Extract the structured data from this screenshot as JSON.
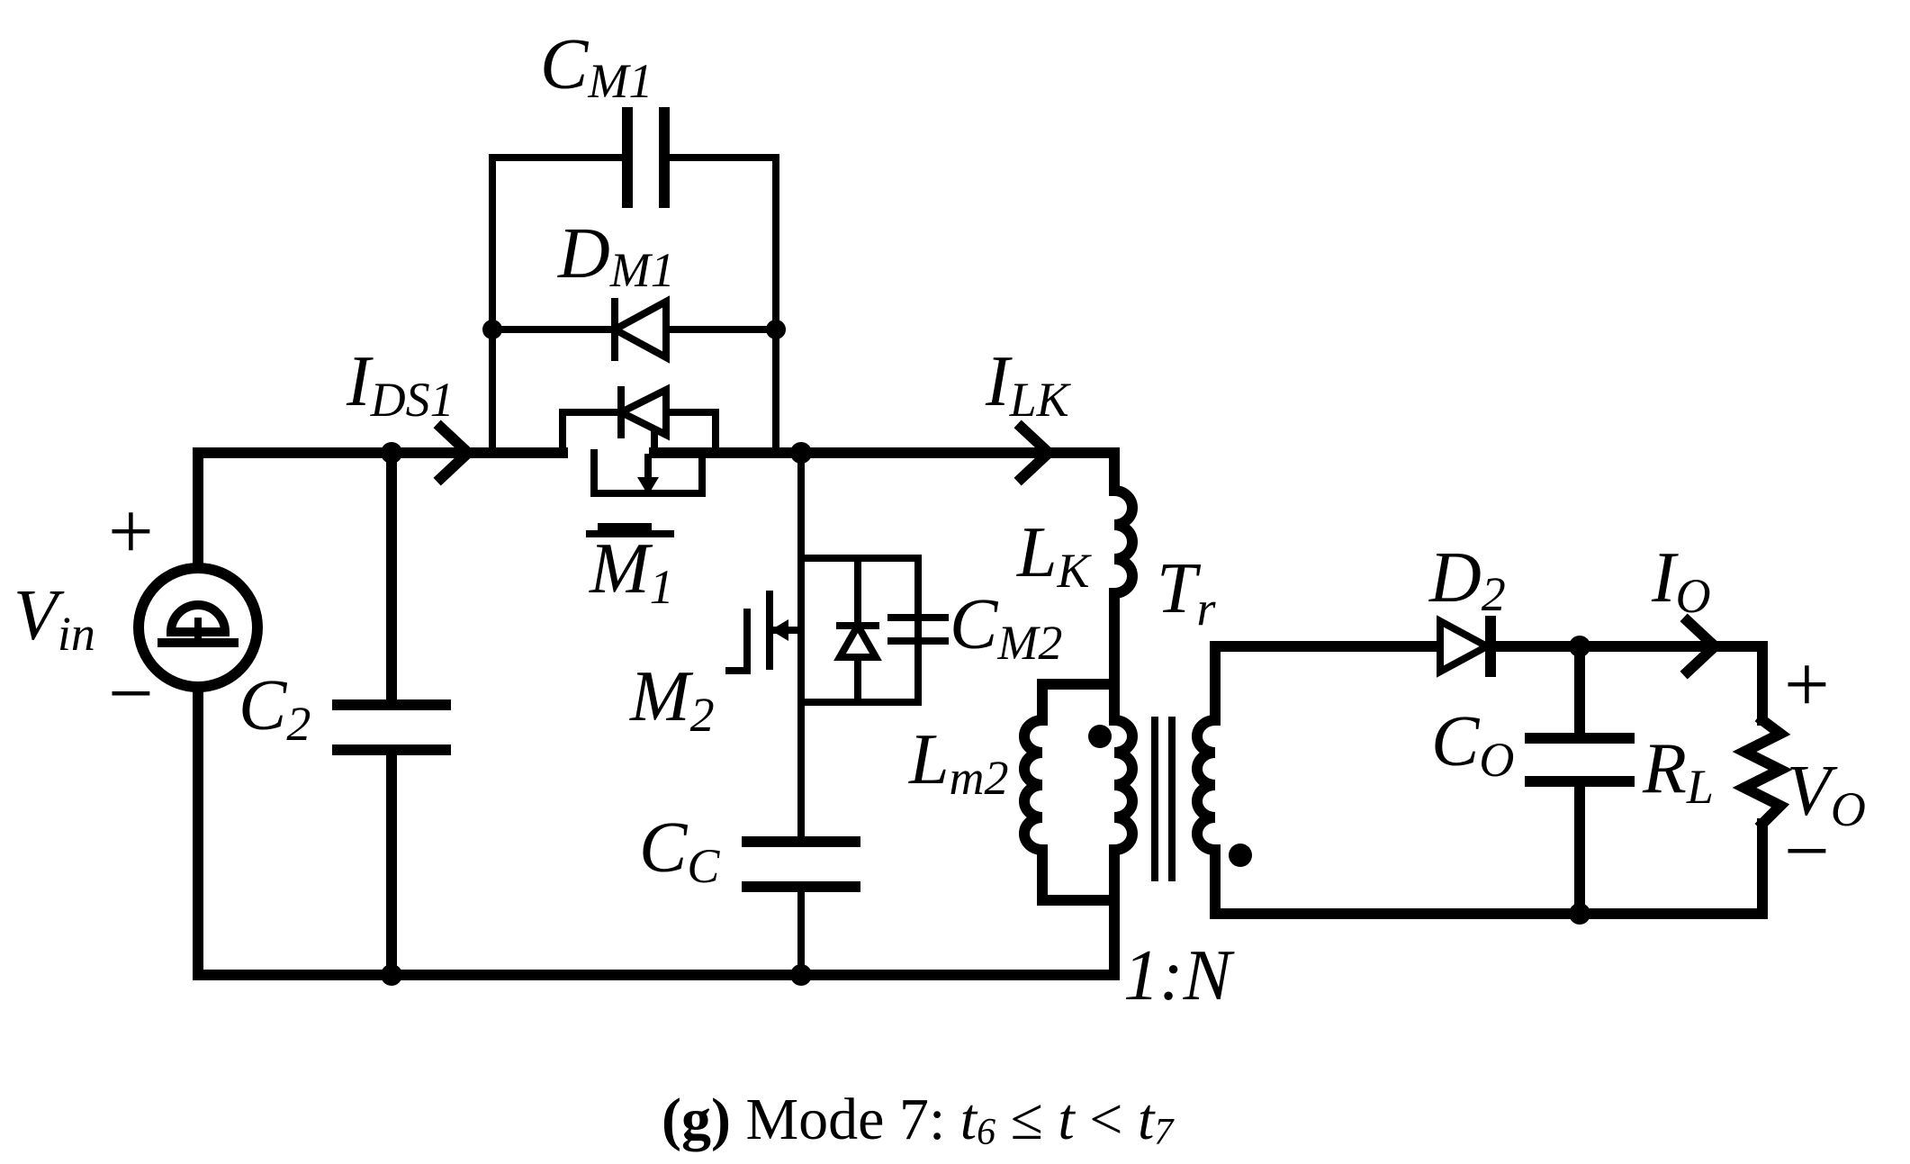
{
  "labels": {
    "cm1_main": "C",
    "cm1_sub": "M1",
    "dm1_main": "D",
    "dm1_sub": "M1",
    "ids1_main": "I",
    "ids1_sub": "DS1",
    "ilk_main": "I",
    "ilk_sub": "LK",
    "vin_main": "V",
    "vin_sub": "in",
    "vin_plus": "+",
    "vin_minus": "−",
    "c2_main": "C",
    "c2_sub": "2",
    "m1_main": "M",
    "m1_sub": "1",
    "m2_main": "M",
    "m2_sub": "2",
    "cm2_main": "C",
    "cm2_sub": "M2",
    "cc_main": "C",
    "cc_sub": "C",
    "lk_main": "L",
    "lk_sub": "K",
    "lm2_main": "L",
    "lm2_sub": "m2",
    "tr_main": "T",
    "tr_sub": "r",
    "ratio": "1:N",
    "d2_main": "D",
    "d2_sub": "2",
    "io_main": "I",
    "io_sub": "O",
    "co_main": "C",
    "co_sub": "O",
    "rl_main": "R",
    "rl_sub": "L",
    "vo_main": "V",
    "vo_sub": "O",
    "vo_plus": "+",
    "vo_minus": "−"
  },
  "caption": {
    "tag": "(g)",
    "text": "Mode 7: ",
    "t6": "t",
    "t6_sub": "6",
    "leq": " ≤ ",
    "t": "t",
    "lt": " < ",
    "t7": "t",
    "t7_sub": "7"
  }
}
